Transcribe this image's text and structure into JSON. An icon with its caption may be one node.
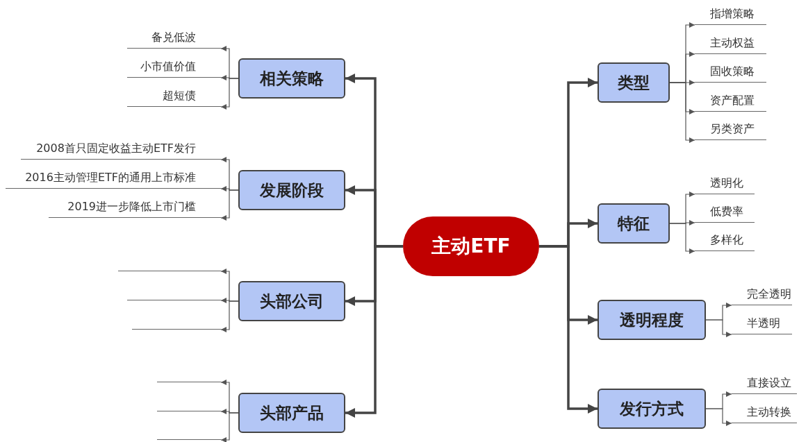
{
  "diagram": {
    "nodes": [
      {
        "text": [
          "主动ETF"
        ]
      },
      {
        "text": [
          "相关策略"
        ]
      },
      {
        "text": [
          "备兑低波"
        ]
      },
      {
        "text": [
          "小市值价值"
        ]
      },
      {
        "text": [
          "超短债"
        ]
      },
      {
        "text": [
          "发展阶段"
        ]
      },
      {
        "text": [
          "2008首只固定收益主动ETF发行"
        ]
      },
      {
        "text": [
          "2016主动管理ETF的通用上市标准"
        ]
      },
      {
        "text": [
          "2019进一步降低上市门槛"
        ]
      },
      {
        "text": [
          "头部公司"
        ]
      },
      {
        "text": [],
        "shape": "line"
      },
      {
        "text": [],
        "shape": "line"
      },
      {
        "text": [],
        "shape": "line"
      },
      {
        "text": [
          "头部产品"
        ]
      },
      {
        "text": [],
        "shape": "line"
      },
      {
        "text": [],
        "shape": "line"
      },
      {
        "text": [],
        "shape": "line"
      },
      {
        "text": [
          "类型"
        ]
      },
      {
        "text": [
          "指增策略"
        ]
      },
      {
        "text": [
          "主动权益"
        ]
      },
      {
        "text": [
          "固收策略"
        ]
      },
      {
        "text": [
          "资产配置"
        ]
      },
      {
        "text": [
          "另类资产"
        ]
      },
      {
        "text": [
          "特征"
        ]
      },
      {
        "text": [
          "透明化"
        ]
      },
      {
        "text": [
          "低费率"
        ]
      },
      {
        "text": [
          "多样化"
        ]
      },
      {
        "text": [
          "透明程度"
        ]
      },
      {
        "text": [
          "完全透明"
        ]
      },
      {
        "text": [
          "半透明"
        ]
      },
      {
        "text": [
          "发行方式"
        ]
      },
      {
        "text": [
          "直接设立"
        ]
      },
      {
        "text": [
          "主动转换"
        ]
      }
    ],
    "edges": [
      {
        "from": 0,
        "to": 1,
        "arrow": "to",
        "style": "thick"
      },
      {
        "from": 0,
        "to": 5,
        "arrow": "to",
        "style": "thick"
      },
      {
        "from": 0,
        "to": 9,
        "arrow": "to",
        "style": "thick"
      },
      {
        "from": 0,
        "to": 13,
        "arrow": "to",
        "style": "thick"
      },
      {
        "from": 0,
        "to": 17,
        "arrow": "to",
        "style": "thick"
      },
      {
        "from": 0,
        "to": 23,
        "arrow": "to",
        "style": "thick"
      },
      {
        "from": 0,
        "to": 27,
        "arrow": "to",
        "style": "thick"
      },
      {
        "from": 0,
        "to": 30,
        "arrow": "to",
        "style": "thick"
      },
      {
        "from": 1,
        "to": 2,
        "arrow": "to"
      },
      {
        "from": 1,
        "to": 3,
        "arrow": "to"
      },
      {
        "from": 1,
        "to": 4,
        "arrow": "to"
      },
      {
        "from": 5,
        "to": 6,
        "arrow": "to"
      },
      {
        "from": 5,
        "to": 7,
        "arrow": "to"
      },
      {
        "from": 5,
        "to": 8,
        "arrow": "to"
      },
      {
        "from": 9,
        "to": 10,
        "arrow": "to"
      },
      {
        "from": 9,
        "to": 11,
        "arrow": "to"
      },
      {
        "from": 9,
        "to": 12,
        "arrow": "to"
      },
      {
        "from": 13,
        "to": 14,
        "arrow": "to"
      },
      {
        "from": 13,
        "to": 15,
        "arrow": "to"
      },
      {
        "from": 13,
        "to": 16,
        "arrow": "to"
      },
      {
        "from": 17,
        "to": 18,
        "arrow": "to"
      },
      {
        "from": 17,
        "to": 19,
        "arrow": "to"
      },
      {
        "from": 17,
        "to": 20,
        "arrow": "to"
      },
      {
        "from": 17,
        "to": 21,
        "arrow": "to"
      },
      {
        "from": 17,
        "to": 22,
        "arrow": "to"
      },
      {
        "from": 23,
        "to": 24,
        "arrow": "to"
      },
      {
        "from": 23,
        "to": 25,
        "arrow": "to"
      },
      {
        "from": 23,
        "to": 26,
        "arrow": "to"
      },
      {
        "from": 27,
        "to": 28,
        "arrow": "to"
      },
      {
        "from": 27,
        "to": 29,
        "arrow": "to"
      },
      {
        "from": 30,
        "to": 31,
        "arrow": "to"
      },
      {
        "from": 30,
        "to": 32,
        "arrow": "to"
      }
    ]
  }
}
